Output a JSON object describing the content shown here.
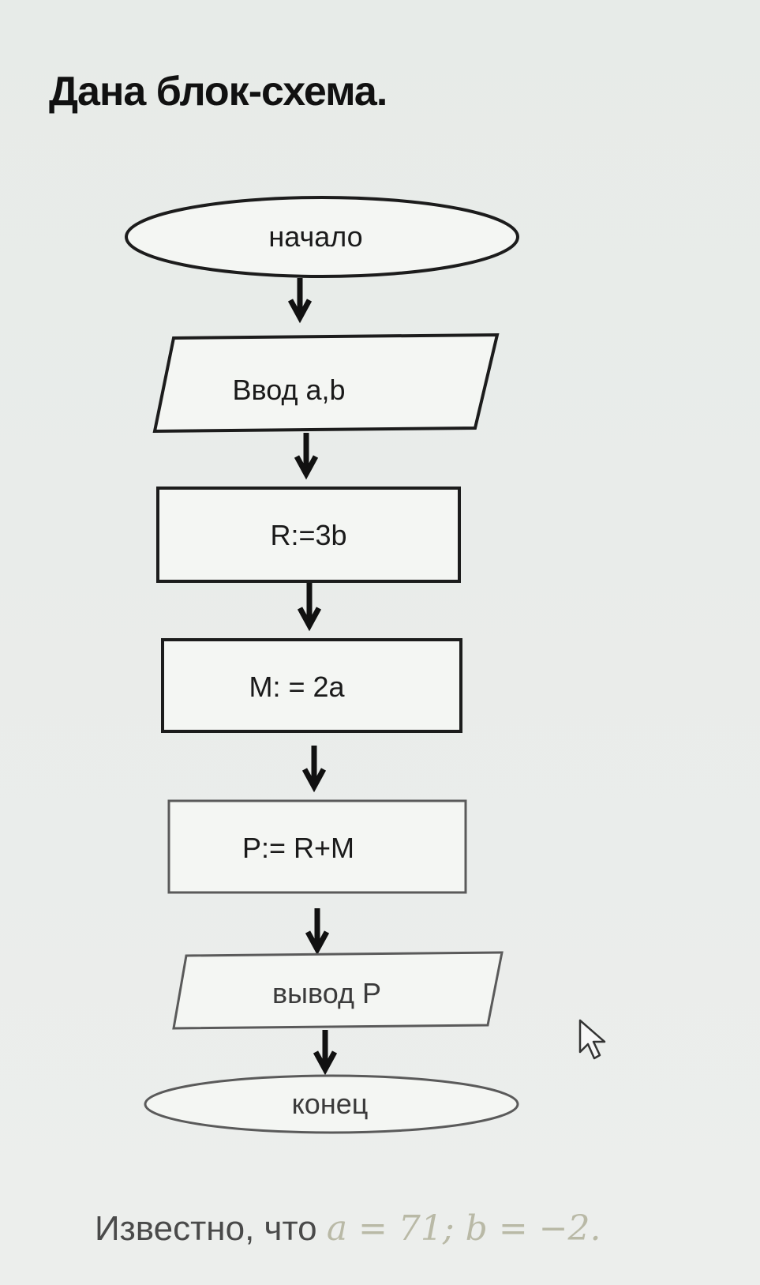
{
  "heading": "Дана блок-схема.",
  "flowchart": {
    "nodes": [
      {
        "id": "start",
        "shape": "terminator",
        "label": "начало"
      },
      {
        "id": "input",
        "shape": "io",
        "label": "Ввод a,b"
      },
      {
        "id": "assign-r",
        "shape": "process",
        "label": "R:=3b"
      },
      {
        "id": "assign-m",
        "shape": "process",
        "label": "M: = 2a"
      },
      {
        "id": "assign-p",
        "shape": "process",
        "label": "P:= R+M"
      },
      {
        "id": "output",
        "shape": "io",
        "label": "вывод P"
      },
      {
        "id": "end",
        "shape": "terminator",
        "label": "конец"
      }
    ],
    "edges": [
      [
        "start",
        "input"
      ],
      [
        "input",
        "assign-r"
      ],
      [
        "assign-r",
        "assign-m"
      ],
      [
        "assign-m",
        "assign-p"
      ],
      [
        "assign-p",
        "output"
      ],
      [
        "output",
        "end"
      ]
    ]
  },
  "footer": {
    "prefix": "Известно, что ",
    "condition": "a = 71; b = −2."
  },
  "icons": {
    "cursor": "mouse-pointer-icon"
  }
}
